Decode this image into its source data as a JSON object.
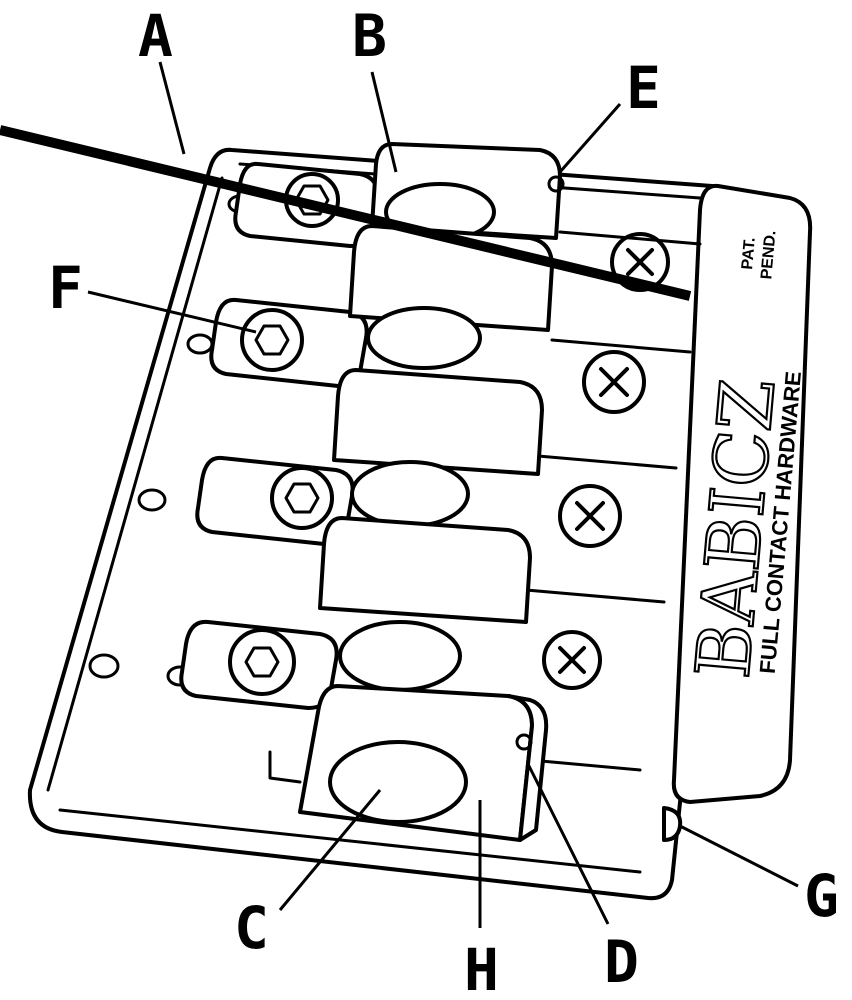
{
  "labels": {
    "a": "A",
    "b": "B",
    "c": "C",
    "d": "D",
    "e": "E",
    "f": "F",
    "g": "G",
    "h": "H"
  },
  "branding": {
    "name": "BABICZ",
    "tagline": "FULL CONTACT HARDWARE",
    "patent_line1": "PAT.",
    "patent_line2": "PEND."
  },
  "colors": {
    "ink": "#000000",
    "paper": "#ffffff"
  }
}
